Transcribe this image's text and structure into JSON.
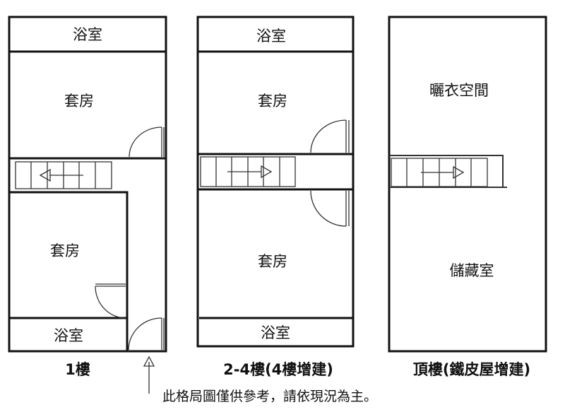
{
  "floors": [
    {
      "caption": "1樓",
      "rooms": [
        "浴室",
        "套房",
        "套房",
        "浴室"
      ]
    },
    {
      "caption": "2-4樓(4樓增建)",
      "rooms": [
        "浴室",
        "套房",
        "套房",
        "浴室"
      ]
    },
    {
      "caption": "頂樓(鐵皮屋增建)",
      "rooms": [
        "曬衣空間",
        "儲藏室"
      ]
    }
  ],
  "note": "此格局圖僅供參考，請依現況為主。"
}
